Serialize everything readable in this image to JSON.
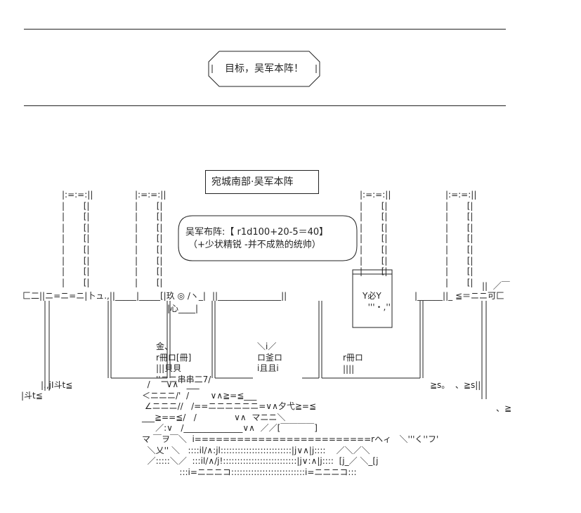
{
  "banner": {
    "text": "目标，吴军本阵！"
  },
  "location": {
    "label": "宛城南部·吴军本阵"
  },
  "speech": {
    "line1": "吴军布阵:【 r1d100+20-5＝40】",
    "line2": "（+少状精锐 -并不成熟的统帅）"
  },
  "ascii_art": {
    "pillars_left": "|:=:=:||\n|       [|\n|       [|\n|       [|\n|       [|\n|       [|\n|       [|\n|       [|\n|       [|",
    "pillars_left2": "|:=:=:||\n|       [|\n|       [|\n|       [|\n|       [|\n|       [|\n|       [|\n|       [|\n|       [|",
    "pillars_right": "|:=:=:||\n|       [|\n|       [|\n|       [|\n|       [|\n|       [|\n|       [|\n|       [|",
    "pillars_right2": "|:=:=:||\n|       [|\n|       [|\n|       [|\n|       [|\n|       [|\n|       [|\n|       [|\n|       [|",
    "wall_left": "匚二||ニ=ニ=ニ|卜ュ.,||_____|_____[|玖 ◎ /ヽ_|",
    "wall_right": "|______||_ ≦＝ニニ可匚",
    "wall_right_tail": "||  ／￣",
    "gate_inner": "|心____|",
    "wall_mid": "||_______________||",
    "banner_flag": "Y必Y\n  '''・,''",
    "ground_left": "|斗t≦",
    "ground_left2": "|.,jI斗t≦",
    "ground_right": "≧s。  、≧s||",
    "ground_right2": "、≧",
    "house_left": "金、\nr冊ロ[冊]\n|||貝貝\n''ニニ串串二7/",
    "house_mid": "＼i／\nロ釜ロ\ni且且i",
    "house_right": "r冊ロ\n||||",
    "road_lines": "  /      ∨∧   ___\n＜ニニニ/'  /        ∨∧≧=≦___\n ∠ニニニ//   /==ニニニニニニ=∨∧夕弋≧=≦\n___≧==≦/   /              ∨∧  マニニ＼\n     ／:∨   /______________∨∧  ／／[￣￣￣￣]\nマ ￣ヲ￣＼  i=========================rヘィ   ＼'''く''フ'\n  ＼乂'' ＼   ::::il/∧:jl:::::::::::::::::::::::::|j∨∧|j::::    ／＼／＼\n  ／:::::＼／  :::il/∧/j!::::::::::::::::::::::::::|j∨:∧|j::::  [j_／ ＼_[j\n              :::i=ニニニコ::::::::::::::::::::::::::i=ニニニコ:::"
  }
}
